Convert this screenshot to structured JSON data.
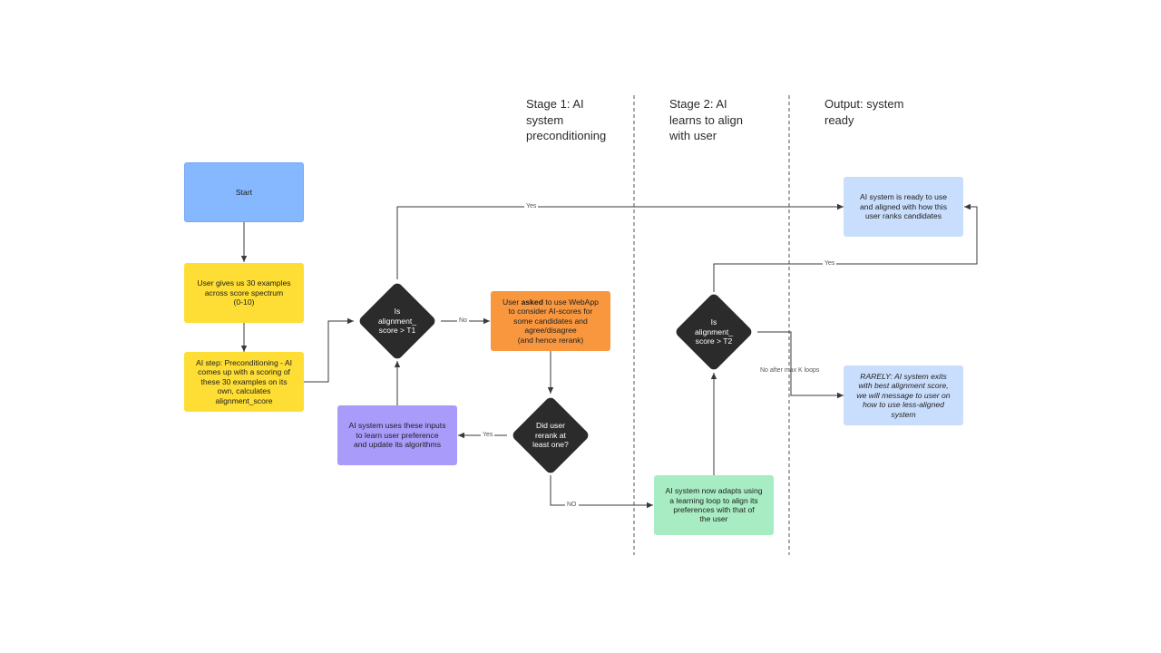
{
  "stages": {
    "stage1": [
      "Stage 1: AI",
      "system",
      "preconditioning"
    ],
    "stage2": [
      "Stage 2: AI",
      "learns to align",
      "with user"
    ],
    "output": [
      "Output: system",
      "ready"
    ]
  },
  "nodes": {
    "start": "Start",
    "user_examples": [
      "User gives us 30 examples",
      "across score spectrum",
      "(0-10)"
    ],
    "ai_step": [
      "AI step: Preconditioning - AI",
      "comes up with a scoring of",
      "these 30 examples on its",
      "own, calculates",
      "alignment_score"
    ],
    "decision_t1": [
      "Is",
      "alignment_",
      "score > T1"
    ],
    "user_asked": {
      "prefix": "User ",
      "emph": "asked",
      "rest": " to use WebApp",
      "lines": [
        "to consider AI-scores for",
        "some candidates and",
        "agree/disagree",
        "(and hence rerank)"
      ]
    },
    "decision_rerank": [
      "Did user",
      "rerank at",
      "least one?"
    ],
    "ai_learns": [
      "AI system uses these inputs",
      "to learn user preference",
      "and update its algorithms"
    ],
    "ai_adapts": [
      "AI system now adapts using",
      "a learning loop to align its",
      "preferences with that of",
      "the user"
    ],
    "decision_t2": [
      "Is",
      "alignment_",
      "score > T2"
    ],
    "ready": [
      "AI system is ready to use",
      "and aligned with how this",
      "user ranks candidates"
    ],
    "rarely": [
      "RARELY: AI system exits",
      "with best alignment score,",
      "we will  message to user on",
      "how to use less-aligned",
      "system"
    ]
  },
  "edge_labels": {
    "yes_top": "Yes",
    "no_t1": "No",
    "yes_rerank": "Yes",
    "no_rerank": "NO",
    "yes_t2": "Yes",
    "no_max": "No after max K loops"
  },
  "colors": {
    "start": "#85b8ff",
    "yellow": "#fedd35",
    "orange": "#f9973f",
    "purple": "#a99bf9",
    "green": "#a8ecc3",
    "lightblue": "#c9defc",
    "diamond": "#2b2b2b",
    "connector": "#3a3a3a"
  }
}
